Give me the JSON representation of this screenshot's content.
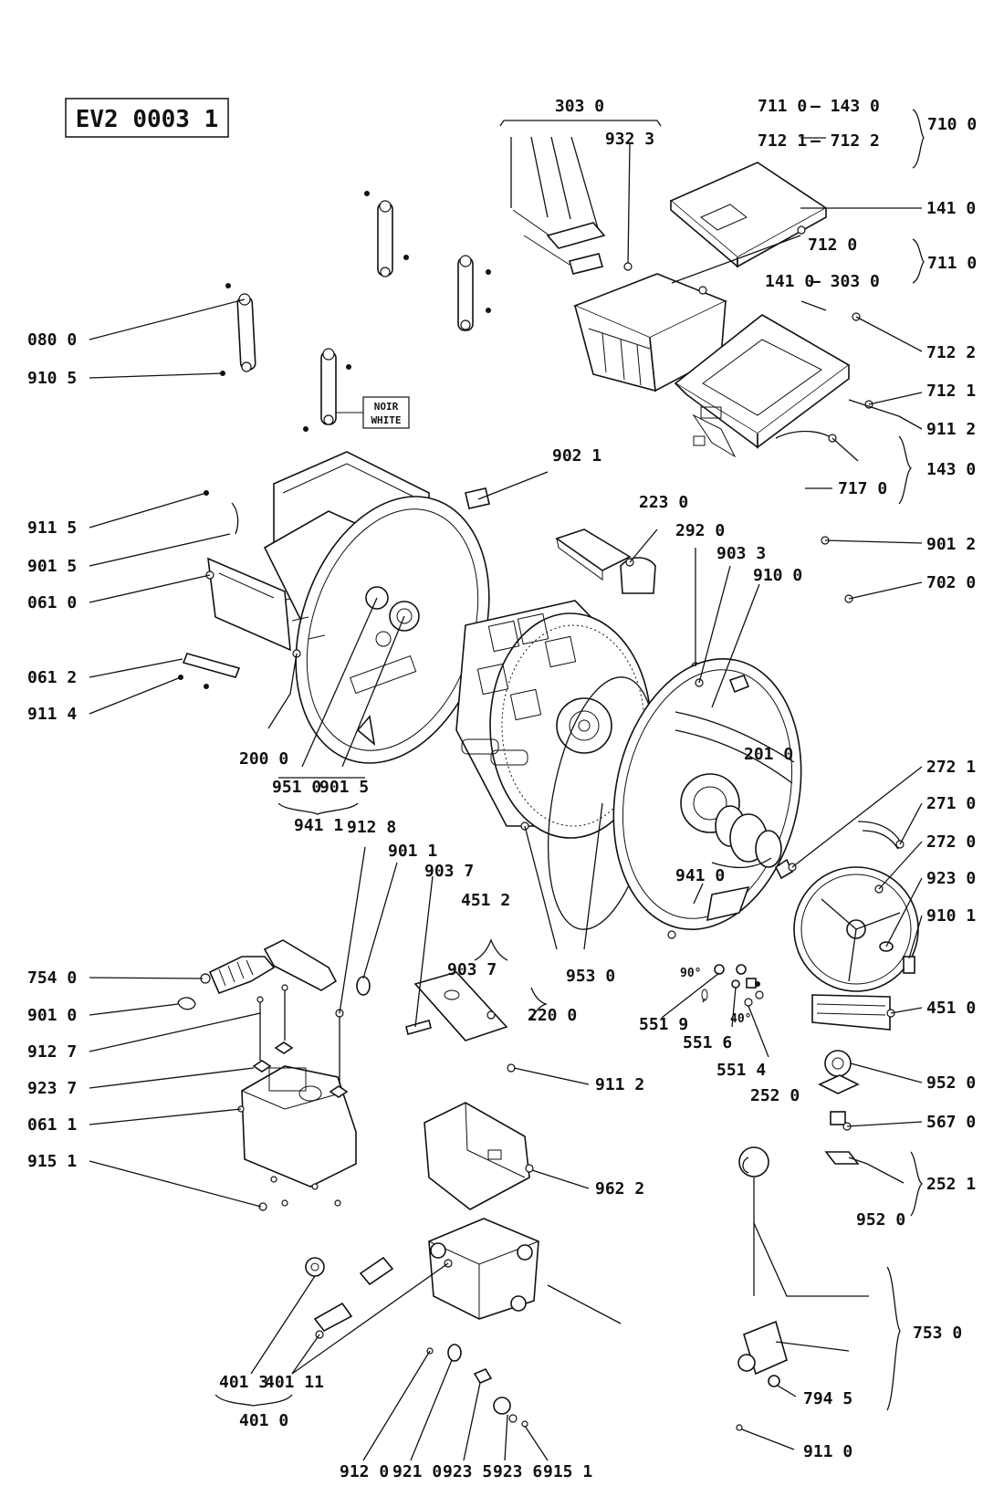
{
  "diagram": {
    "reference": "EV2 0003 1",
    "tag_lines": [
      "NOIR",
      "WHITE"
    ],
    "labels": {
      "l3030": "303 0",
      "l9323": "932 3",
      "l7110a": "711 0",
      "l1430a": "— 143 0",
      "l7121a": "712 1",
      "l7122a": "— 712 2",
      "l7100": "710 0",
      "l1410a": "141 0",
      "l7120": "712 0",
      "l1410b": "141 0",
      "l3030b": "— 303 0",
      "l7110b": "711 0",
      "l7122b": "712 2",
      "l7121b": "712 1",
      "l9112a": "911 2",
      "l1430b": "143 0",
      "l7170": "717 0",
      "l0800": "080 0",
      "l9105": "910 5",
      "l9021": "902 1",
      "l9115": "911 5",
      "l9015a": "901 5",
      "l0610": "061 0",
      "l0612": "061 2",
      "l9114": "911 4",
      "l2230": "223 0",
      "l2920": "292 0",
      "l9033": "903 3",
      "l9100": "910 0",
      "l9012": "901 2",
      "l7020": "702 0",
      "l2000": "200 0",
      "l9510": "951 0",
      "l9015b": "901 5",
      "l9411": "941 1",
      "l2010": "201 0",
      "l2721": "272 1",
      "l2710": "271 0",
      "l2720": "272 0",
      "l9230": "923 0",
      "l9101": "910 1",
      "l9410": "941 0",
      "l9128": "912 8",
      "l9011": "901 1",
      "l9037a": "903 7",
      "l4512": "451 2",
      "l9037b": "903 7",
      "l9530": "953 0",
      "l2200": "220 0",
      "l7540": "754 0",
      "l9010": "901 0",
      "l9127": "912 7",
      "l9237": "923 7",
      "l0611": "061 1",
      "l9151a": "915 1",
      "l9112b": "911 2",
      "l5519": "551 9",
      "l5516": "551 6",
      "l5514": "551 4",
      "l2520": "252 0",
      "l4510": "451 0",
      "l9520a": "952 0",
      "l5670": "567 0",
      "l2521": "252 1",
      "l9520b": "952 0",
      "l9622": "962 2",
      "l7530": "753 0",
      "l7945": "794 5",
      "l9110": "911 0",
      "l4013": "401 3",
      "l40111": "401 11",
      "l4010": "401 0",
      "l9120": "912 0",
      "l9210": "921 0",
      "l9235": "923 5",
      "l9236": "923 6",
      "l9151b": "915 1",
      "angle90": "90°",
      "angle40": "40°"
    }
  }
}
